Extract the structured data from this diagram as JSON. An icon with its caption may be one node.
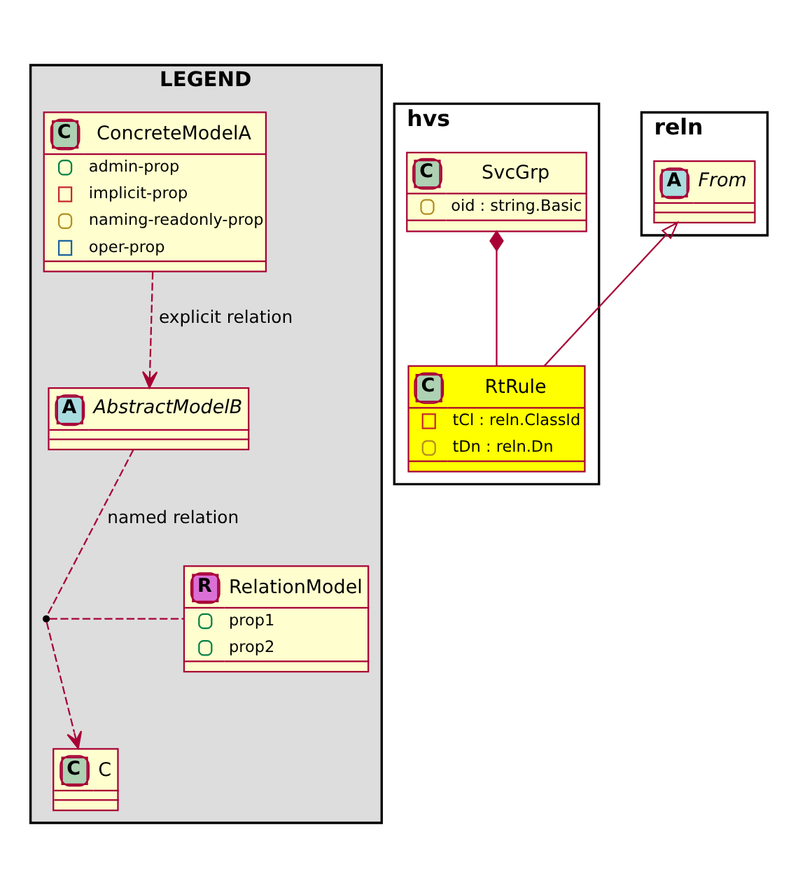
{
  "diagram": {
    "nodes": [
      {
        "text": [
          "LEGEND"
        ]
      },
      {
        "text": [
          "C",
          "ConcreteModelA",
          "admin-prop",
          "implicit-prop",
          "naming-readonly-prop",
          "oper-prop"
        ],
        "in": 0
      },
      {
        "text": [
          "A",
          "AbstractModelB"
        ],
        "in": 0
      },
      {
        "text": [],
        "shape": "dot",
        "in": 0
      },
      {
        "text": [
          "R",
          "RelationModel",
          "prop1",
          "prop2"
        ],
        "in": 0
      },
      {
        "text": [
          "C",
          "C"
        ],
        "in": 0
      },
      {
        "text": [
          "hvs"
        ]
      },
      {
        "text": [
          "C",
          "SvcGrp",
          "oid : string.Basic"
        ],
        "in": 6
      },
      {
        "text": [
          "C",
          "RtRule",
          "tCl : reln.ClassId",
          "tDn : reln.Dn"
        ],
        "in": 6
      },
      {
        "text": [
          "reln"
        ]
      },
      {
        "text": [
          "A",
          "From"
        ],
        "in": 9
      }
    ],
    "edges": [
      {
        "from": 1,
        "to": 2,
        "arrow": "to",
        "style": "dashed",
        "label": "explicit relation"
      },
      {
        "from": 2,
        "to": 3,
        "arrow": "none",
        "style": "dashed",
        "label": "named relation"
      },
      {
        "from": 3,
        "to": 5,
        "arrow": "to",
        "style": "dashed"
      },
      {
        "from": 3,
        "to": 4,
        "arrow": "none",
        "style": "dashed"
      },
      {
        "from": 7,
        "to": 8,
        "arrow": "other"
      },
      {
        "from": 8,
        "to": 10,
        "arrow": "to"
      }
    ]
  }
}
